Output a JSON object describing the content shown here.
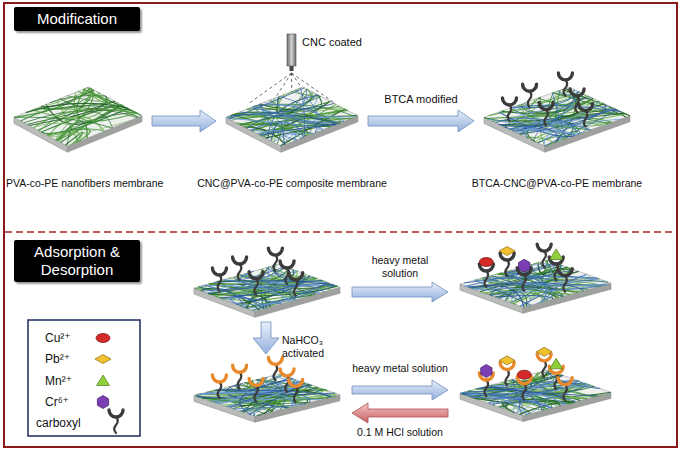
{
  "diagram": {
    "nodes": [
      {
        "text": [
          "Modification"
        ]
      },
      {
        "text": [
          "PVA-co-PE nanofibers membrane"
        ]
      },
      {
        "text": [
          "CNC@PVA-co-PE composite membrane"
        ]
      },
      {
        "text": [
          "BTCA-CNC@PVA-co-PE membrane"
        ]
      },
      {
        "text": [
          "Adsorption & Desorption"
        ]
      }
    ],
    "edges": [
      {
        "from": 1,
        "to": 2,
        "arrow": "to"
      },
      {
        "from": 2,
        "to": 3,
        "label": "BTCA modified",
        "arrow": "to"
      }
    ],
    "labels": [
      "CNC coated",
      "heavy metal solution",
      "NaHCO₃ activated",
      "heavy metal solution",
      "0.1 M HCl solution"
    ],
    "legend": [
      {
        "text": "Cu²⁺",
        "color": "#d42a2a"
      },
      {
        "text": "Pb²⁺",
        "color": "#f2c12e"
      },
      {
        "text": "Mn²⁺",
        "color": "#8fcf3c"
      },
      {
        "text": "Cr⁶⁺",
        "color": "#7b3fb3"
      },
      {
        "text": "carboxyl"
      }
    ]
  }
}
